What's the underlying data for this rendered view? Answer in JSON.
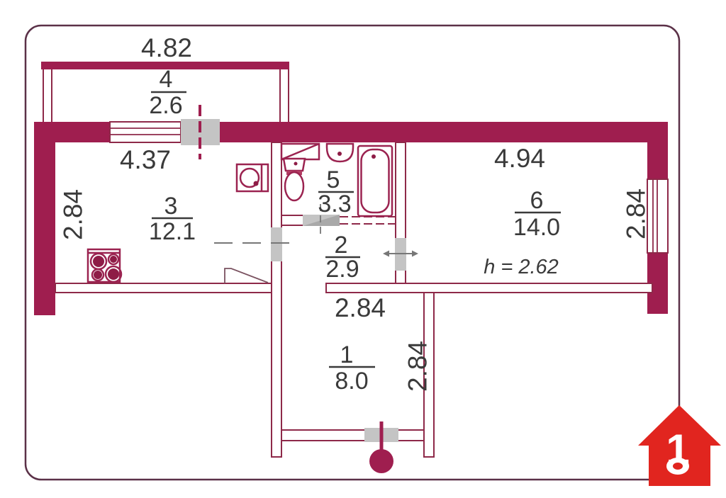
{
  "colors": {
    "wall": "#9f1e4f",
    "outline": "#8e2949",
    "door_gray": "#c4c4c4",
    "frame": "#5b3148",
    "text": "#3a3a3a",
    "logo_red": "#e1251f"
  },
  "rooms": [
    {
      "key": "entry",
      "number": "1",
      "area": "8.0"
    },
    {
      "key": "hallway",
      "number": "2",
      "area": "2.9"
    },
    {
      "key": "kitchen",
      "number": "3",
      "area": "12.1"
    },
    {
      "key": "balcony",
      "number": "4",
      "area": "2.6"
    },
    {
      "key": "bathroom",
      "number": "5",
      "area": "3.3"
    },
    {
      "key": "living",
      "number": "6",
      "area": "14.0"
    }
  ],
  "dimensions": {
    "balcony_width": "4.82",
    "kitchen_width": "4.37",
    "kitchen_depth": "2.84",
    "living_width": "4.94",
    "living_depth": "2.84",
    "hall_width": "2.84",
    "entry_depth": "2.84"
  },
  "ceiling_height": "h = 2.62",
  "logo": {
    "digit": "1"
  }
}
